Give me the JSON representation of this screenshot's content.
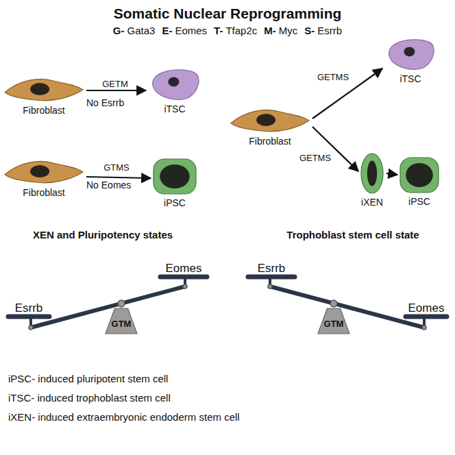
{
  "diagram": {
    "title": "Somatic Nuclear Reprogramming",
    "nodes": [
      {
        "text": [
          "Fibroblast"
        ]
      },
      {
        "text": [
          "iTSC"
        ]
      },
      {
        "text": [
          "Fibroblast"
        ]
      },
      {
        "text": [
          "iPSC"
        ]
      },
      {
        "text": [
          "Fibroblast"
        ]
      },
      {
        "text": [
          "iTSC"
        ]
      },
      {
        "text": [
          "iXEN"
        ]
      },
      {
        "text": [
          "iPSC"
        ]
      },
      {
        "text": [
          "GTM"
        ]
      },
      {
        "text": [
          "GTM"
        ]
      }
    ],
    "edges": [
      {
        "from": 0,
        "to": 1,
        "label": "GETM",
        "arrow": "to"
      },
      {
        "from": 2,
        "to": 3,
        "label": "GTMS",
        "arrow": "to"
      },
      {
        "from": 4,
        "to": 5,
        "label": "GETMS",
        "arrow": "to"
      },
      {
        "from": 4,
        "to": 6,
        "label": "GETMS",
        "arrow": "to"
      },
      {
        "from": 6,
        "to": 7,
        "arrow": "to"
      }
    ],
    "labels": [
      "G-",
      "Gata3",
      "E-",
      "Eomes",
      "T-",
      "Tfap2c",
      "M-",
      "Myc",
      "S-",
      "Esrrb",
      "No Esrrb",
      "No Eomes",
      "XEN and Pluripotency states",
      "Trophoblast stem cell state",
      "Esrrb",
      "Eomes",
      "Esrrb",
      "Eomes",
      "iPSC- induced pluripotent stem cell",
      "iTSC- induced trophoblast stem cell",
      "iXEN- induced extraembryonic endoderm stem cell"
    ]
  }
}
